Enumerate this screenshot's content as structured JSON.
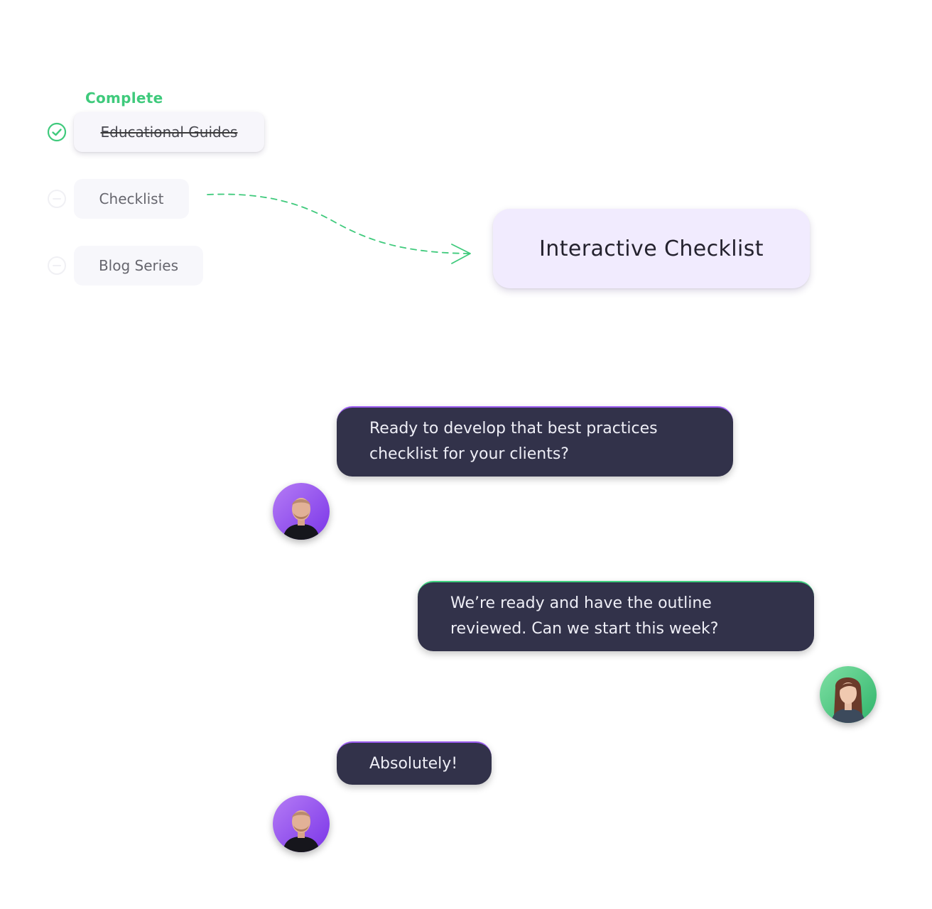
{
  "checklist": {
    "status_label": "Complete",
    "items": [
      {
        "label": "Educational Guides",
        "state": "complete",
        "icon": "check-circle-icon"
      },
      {
        "label": "Checklist",
        "state": "pending",
        "icon": "minus-circle-icon"
      },
      {
        "label": "Blog Series",
        "state": "pending",
        "icon": "minus-circle-icon"
      }
    ],
    "target_label": "Interactive Checklist"
  },
  "chat": {
    "messages": [
      {
        "sender": "man-avatar",
        "accent": "purple",
        "lines": [
          "Ready to develop that best practices",
          "checklist for your clients?"
        ]
      },
      {
        "sender": "woman-avatar",
        "accent": "green",
        "lines": [
          "We’re ready and have the outline",
          "reviewed. Can we start this week?"
        ]
      },
      {
        "sender": "man-avatar",
        "accent": "purple",
        "lines": [
          "Absolutely!"
        ]
      }
    ]
  },
  "colors": {
    "complete_green": "#3fca7c",
    "bubble_bg": "#32324a",
    "purple_accent": "#9b5cf0",
    "green_accent": "#3ed07e",
    "card_lavender": "#f1ebfe"
  }
}
